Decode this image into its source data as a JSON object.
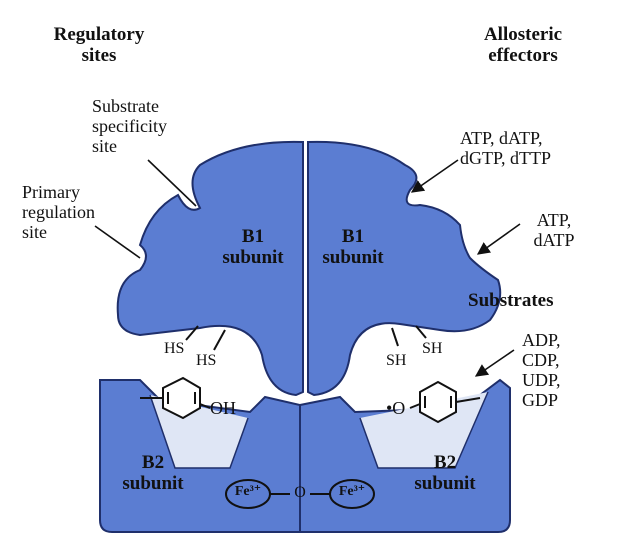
{
  "headings": {
    "regulatory_sites": [
      "Regulatory",
      "sites"
    ],
    "allosteric_effectors": [
      "Allosteric",
      "effectors"
    ],
    "substrates": "Substrates"
  },
  "site_labels": {
    "substrate_specificity_site": [
      "Substrate",
      "specificity",
      "site"
    ],
    "primary_regulation_site": [
      "Primary",
      "regulation",
      "site"
    ]
  },
  "effector_labels": {
    "specificity_effectors": [
      "ATP, dATP,",
      "dGTP, dTTP"
    ],
    "activity_effectors": [
      "ATP,",
      "dATP"
    ],
    "substrate_list": [
      "ADP,",
      "CDP,",
      "UDP,",
      "GDP"
    ]
  },
  "subunits": {
    "b1_left": [
      "B1",
      "subunit"
    ],
    "b1_right": [
      "B1",
      "subunit"
    ],
    "b2_left": [
      "B2",
      "subunit"
    ],
    "b2_right": [
      "B2",
      "subunit"
    ]
  },
  "groups": {
    "hs_1": "HS",
    "hs_2": "HS",
    "sh_1": "SH",
    "sh_2": "SH",
    "oh": "OH",
    "o_radical": "•O",
    "fe_left": "Fe³⁺",
    "fe_right": "Fe³⁺",
    "bridge_o": "O"
  },
  "colors": {
    "protein_fill": "#5b7dd2",
    "protein_outline": "#1f2f6b",
    "text": "#111111",
    "background": "#ffffff"
  }
}
